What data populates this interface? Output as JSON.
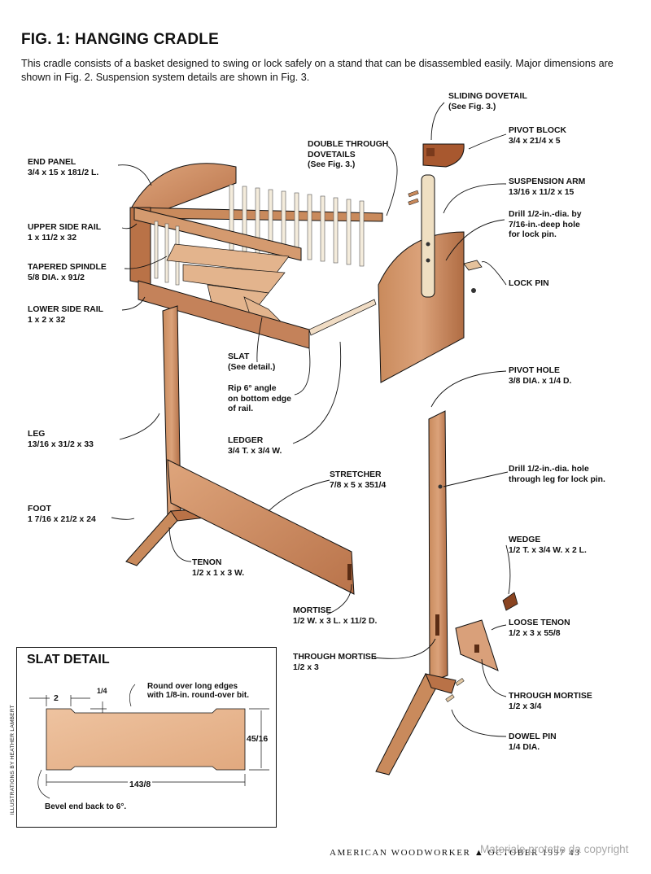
{
  "header": {
    "title": "FIG. 1: HANGING CRADLE",
    "intro": "This cradle consists of a basket designed to swing or lock safely on a stand that can be disassembled easily. Major dimensions are shown in Fig. 2. Suspension system details are shown in Fig. 3."
  },
  "labels": {
    "sliding_dovetail": {
      "name": "SLIDING DOVETAIL",
      "sub": "(See Fig. 3.)"
    },
    "pivot_block": {
      "name": "PIVOT BLOCK",
      "sub": "3/4 x 21/4 x 5"
    },
    "double_dovetails": {
      "name": "DOUBLE THROUGH",
      "sub": "DOVETAILS",
      "sub2": "(See Fig. 3.)"
    },
    "end_panel": {
      "name": "END PANEL",
      "sub": "3/4 x 15 x 181/2 L."
    },
    "suspension_arm": {
      "name": "SUSPENSION ARM",
      "sub": "13/16 x 11/2 x 15"
    },
    "drill_lock_hole": {
      "l1": "Drill 1/2-in.-dia. by",
      "l2": "7/16-in.-deep hole",
      "l3": "for lock pin."
    },
    "upper_side_rail": {
      "name": "UPPER SIDE RAIL",
      "sub": "1 x 11/2 x 32"
    },
    "tapered_spindle": {
      "name": "TAPERED SPINDLE",
      "sub": "5/8 DIA. x 91/2"
    },
    "lock_pin": {
      "name": "LOCK PIN"
    },
    "lower_side_rail": {
      "name": "LOWER SIDE RAIL",
      "sub": "1 x 2 x 32"
    },
    "slat": {
      "name": "SLAT",
      "sub": "(See detail.)"
    },
    "rip_angle": {
      "l1": "Rip 6° angle",
      "l2": "on bottom edge",
      "l3": "of rail."
    },
    "pivot_hole": {
      "name": "PIVOT HOLE",
      "sub": "3/8 DIA. x 1/4 D."
    },
    "leg": {
      "name": "LEG",
      "sub": "13/16 x 31/2 x 33"
    },
    "ledger": {
      "name": "LEDGER",
      "sub": "3/4 T. x 3/4 W."
    },
    "stretcher": {
      "name": "STRETCHER",
      "sub": "7/8 x 5 x 351/4"
    },
    "drill_leg": {
      "l1": "Drill 1/2-in.-dia. hole",
      "l2": "through leg for lock pin."
    },
    "foot": {
      "name": "FOOT",
      "sub": "1 7/16 x 21/2 x 24"
    },
    "wedge": {
      "name": "WEDGE",
      "sub": "1/2 T. x 3/4 W. x 2 L."
    },
    "tenon": {
      "name": "TENON",
      "sub": "1/2 x 1 x 3 W."
    },
    "mortise": {
      "name": "MORTISE",
      "sub": "1/2 W. x 3 L. x 11/2 D."
    },
    "loose_tenon": {
      "name": "LOOSE TENON",
      "sub": "1/2 x 3 x 55/8"
    },
    "through_mortise_left": {
      "name": "THROUGH MORTISE",
      "sub": "1/2 x 3"
    },
    "through_mortise_right": {
      "name": "THROUGH MORTISE",
      "sub": "1/2 x 3/4"
    },
    "dowel_pin": {
      "name": "DOWEL PIN",
      "sub": "1/4 DIA."
    }
  },
  "slat_detail": {
    "title": "SLAT DETAIL",
    "roundover": "Round over long edges",
    "roundover2": "with 1/8-in. round-over bit.",
    "dim_2": "2",
    "dim_quarter": "1/4",
    "dim_width": "45/16",
    "dim_length": "143/8",
    "bevel": "Bevel end back to 6°."
  },
  "credit": "ILLUSTRATIONS BY HEATHER LAMBERT",
  "footer": "AMERICAN WOODWORKER ▲ OCTOBER 1997  43",
  "watermark": "Materiale protetto da copyright",
  "colors": {
    "wood": "#c98a5c",
    "wood_dark": "#a4633d",
    "wood_light": "#e0b08a",
    "spindle": "#f4ecdc",
    "ink": "#111111"
  }
}
